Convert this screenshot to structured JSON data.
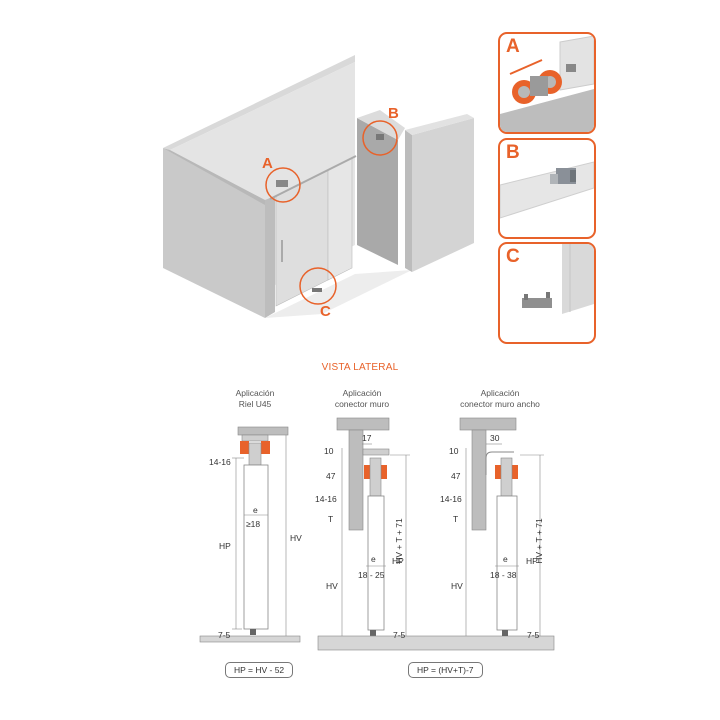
{
  "colors": {
    "accent": "#e8622a",
    "panel_gray": "#c9c9c9",
    "dark_gray": "#a9a9a9",
    "line": "#777777"
  },
  "callouts": {
    "a": "A",
    "b": "B",
    "c": "C"
  },
  "detail_panels": [
    {
      "letter": "A"
    },
    {
      "letter": "B"
    },
    {
      "letter": "C"
    }
  ],
  "section_title": "VISTA LATERAL",
  "applications": [
    {
      "title_line1": "Aplicación",
      "title_line2": "Riel U45",
      "dims": {
        "d1416": "14-16",
        "e": "e",
        "min": "≥18",
        "hp": "HP",
        "hv": "HV",
        "d75": "7-5"
      },
      "formula": "HP = HV - 52"
    },
    {
      "title_line1": "Aplicación",
      "title_line2": "conector muro",
      "dims": {
        "d17": "17",
        "d10": "10",
        "d47": "47",
        "d1416": "14-16",
        "t": "T",
        "hv": "HV",
        "e": "e",
        "range": "18 - 25",
        "hp": "HP",
        "hvt": "HV + T + 71",
        "d75": "7-5"
      }
    },
    {
      "title_line1": "Aplicación",
      "title_line2": "conector muro ancho",
      "dims": {
        "d30": "30",
        "d10": "10",
        "d47": "47",
        "d1416": "14-16",
        "t": "T",
        "hv": "HV",
        "e": "e",
        "range": "18 - 38",
        "hp": "HP",
        "hvt": "HV + T + 71",
        "d75": "7-5"
      }
    }
  ],
  "shared_formula": "HP = (HV+T)-7"
}
